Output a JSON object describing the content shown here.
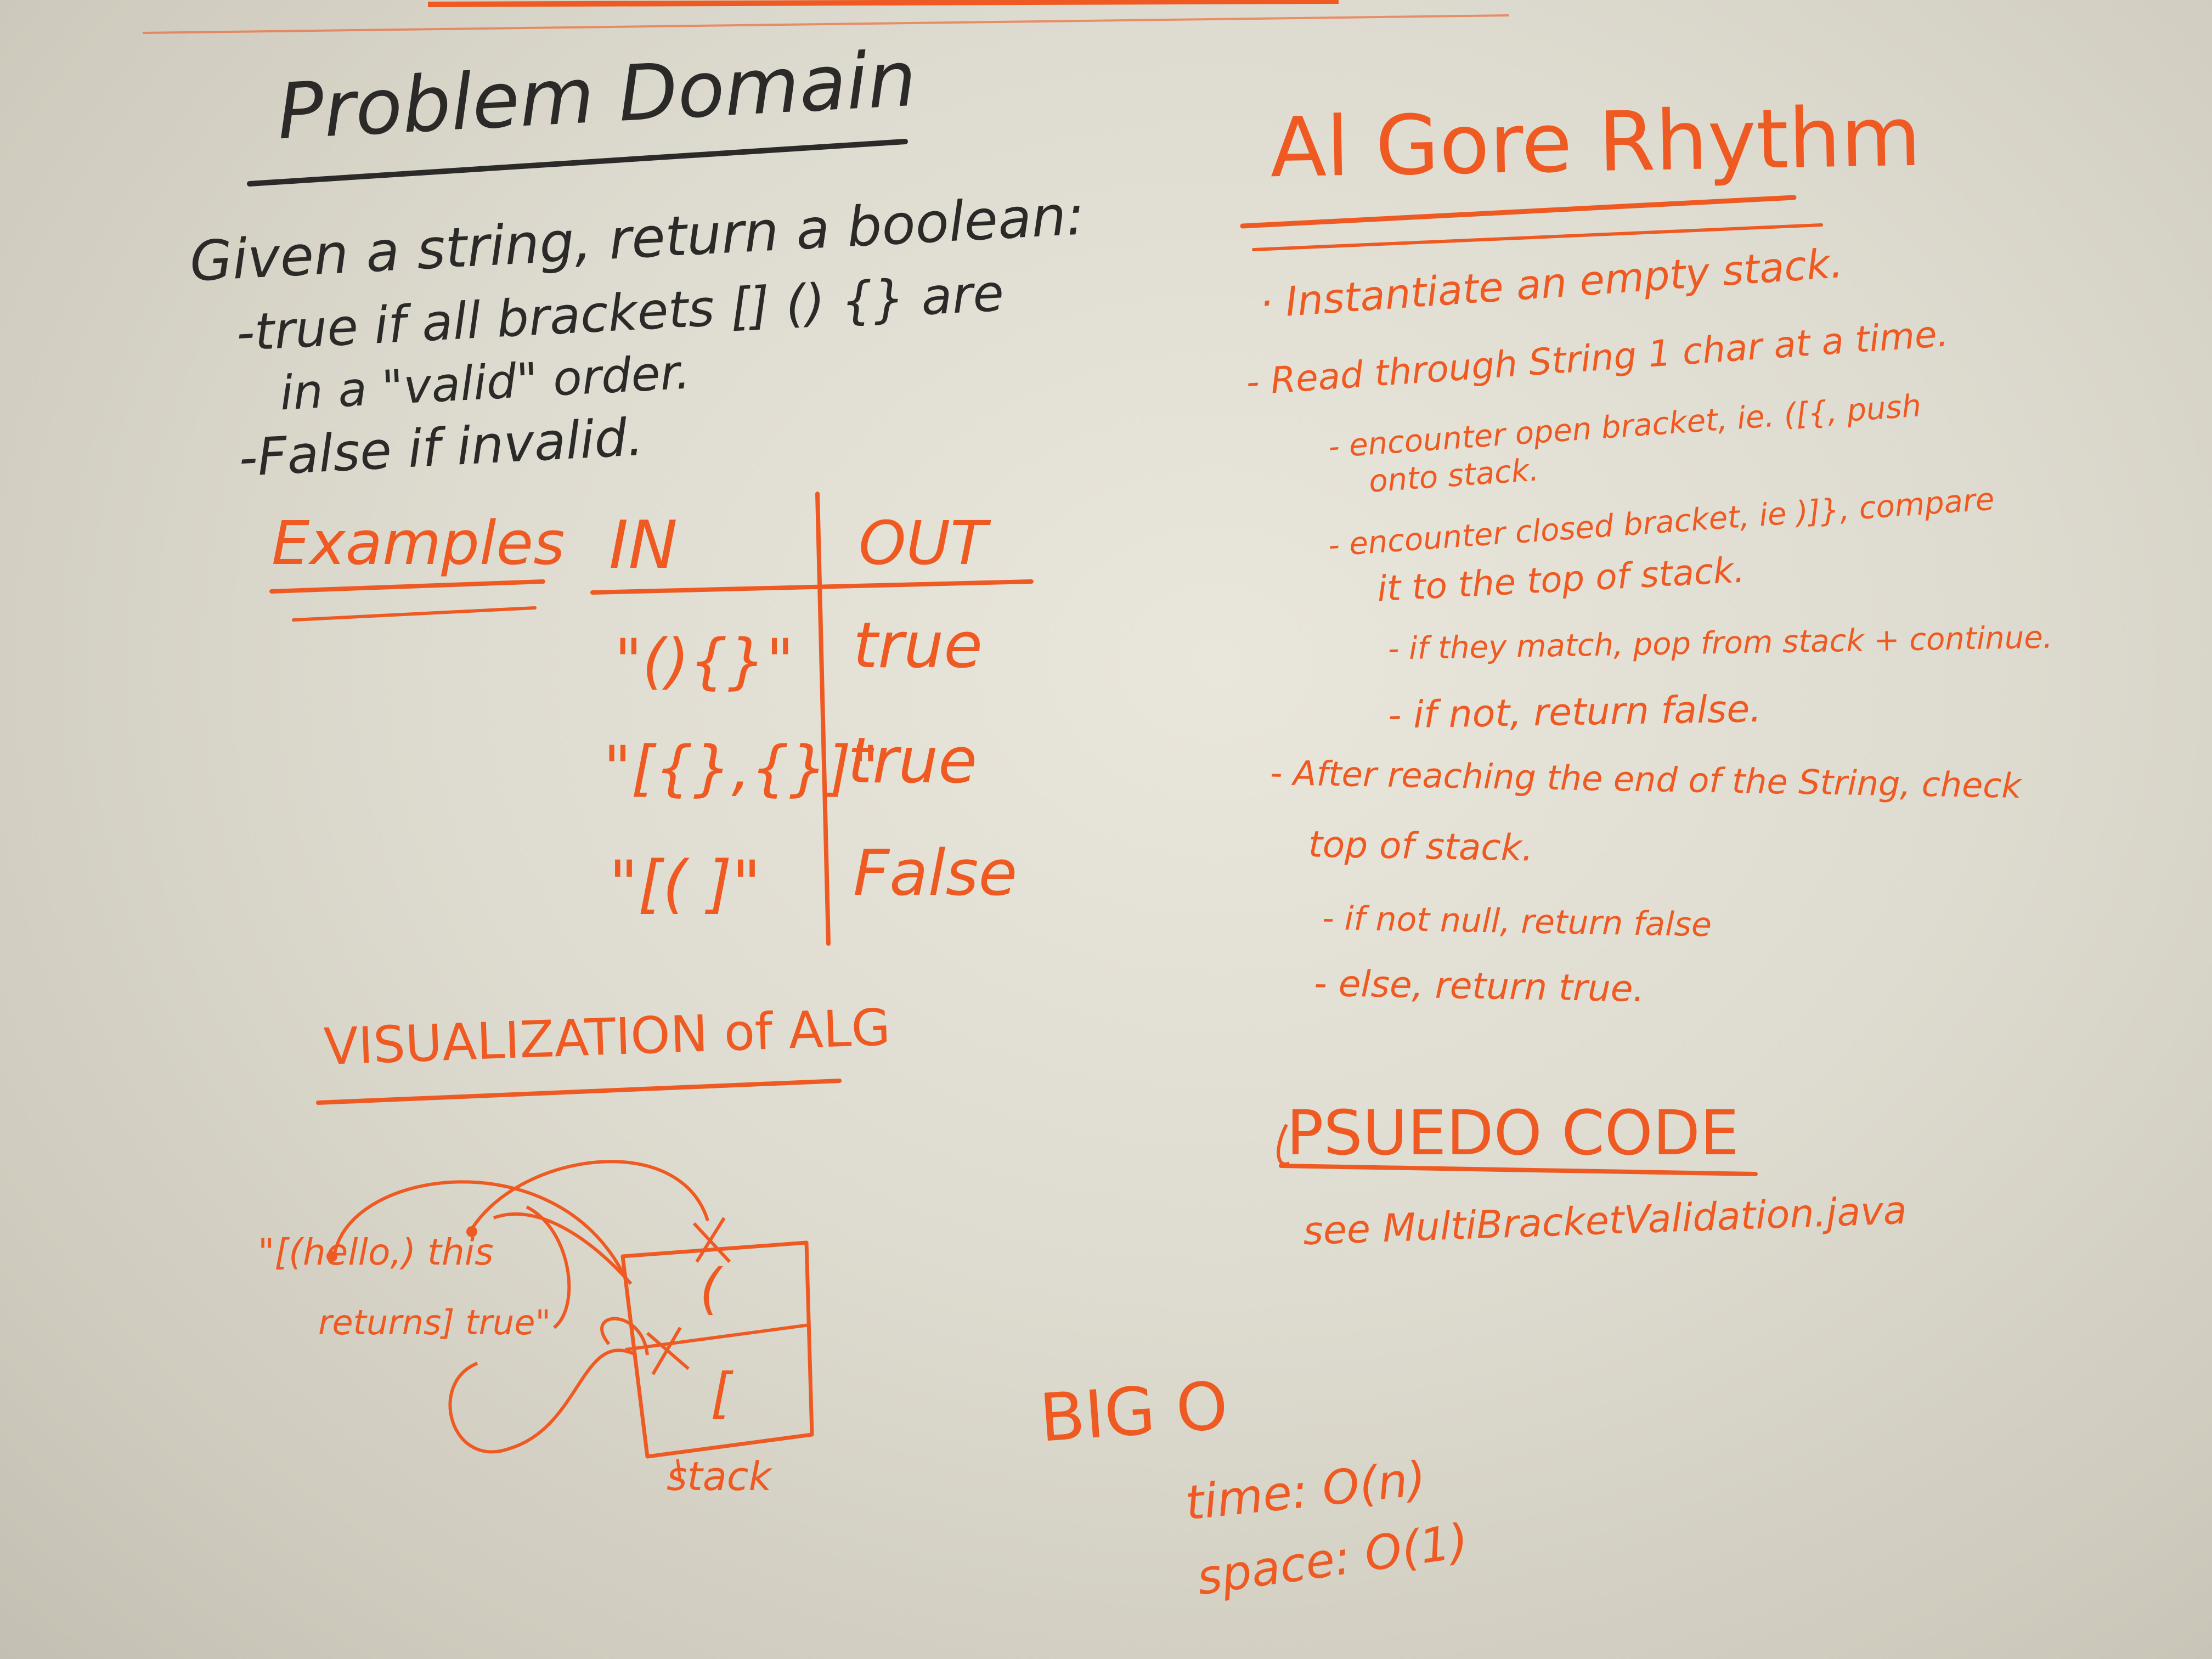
{
  "problem": {
    "title": "Problem Domain",
    "line1": "Given a string, return a boolean:",
    "line2": "-true if all brackets [] () {} are",
    "line3": "in a \"valid\" order.",
    "line4": "-False if invalid."
  },
  "examples": {
    "label": "Examples",
    "col_in": "IN",
    "col_out": "OUT",
    "rows": [
      {
        "in": "\"(){}\"",
        "out": "true"
      },
      {
        "in": "\"[{},{}]\"",
        "out": "true"
      },
      {
        "in": "\"[( ]\"",
        "out": "False"
      }
    ]
  },
  "visualization": {
    "title": "VISUALIZATION of ALG",
    "string_part1": "\"[(hello,) this",
    "string_part2": "returns] true\"",
    "stack_top": "(",
    "stack_bottom": "[",
    "stack_label": "stack"
  },
  "algorithm": {
    "title": "Al Gore Rhythm",
    "lines": [
      "· Instantiate an empty stack.",
      "- Read through String 1 char at a time.",
      "- encounter open bracket, ie. ([{, push",
      "onto stack.",
      "- encounter closed bracket, ie )]}, compare",
      "it to the top of stack.",
      "- if they match, pop from stack + continue.",
      "- if not, return false.",
      "- After reaching the end of the String, check",
      "top of stack.",
      "- if not null, return false",
      "- else, return true."
    ]
  },
  "pseudocode": {
    "title": "PSUEDO CODE",
    "see": "see MultiBracketValidation.java"
  },
  "bigo": {
    "title": "BIG O",
    "time": "time: O(n)",
    "space": "space: O(1)"
  },
  "colors": {
    "marker_black": "#2b2a28",
    "marker_orange": "#ee5a22",
    "board": "#e2dfd4"
  }
}
